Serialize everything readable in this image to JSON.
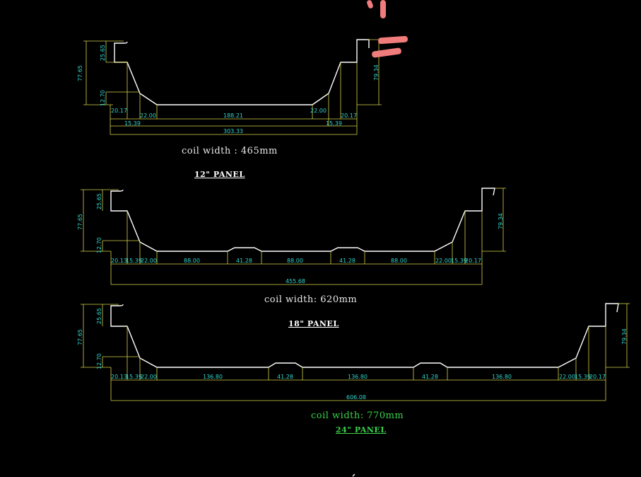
{
  "colors": {
    "profile": "#ffffff",
    "dimension_line": "#d7d24a",
    "dimension_text": "#2fd6d0",
    "highlight_text": "#39d24b",
    "annotation_marks": "#f07c7c"
  },
  "panel12": {
    "coil_width": "coil width : 465mm",
    "panel_label": "12\" PANEL",
    "dims": {
      "h_total": "77.65",
      "h_top": "25.65",
      "h_bottom": "12.70",
      "h_right": "79.34",
      "left_a": "20.17",
      "left_b": "22.00",
      "center": "188.21",
      "right_b": "22.00",
      "right_a": "20.17",
      "slope_left": "15.39",
      "slope_right": "15.39",
      "overall": "303.33"
    }
  },
  "panel18": {
    "coil_width": "coil width: 620mm",
    "panel_label": "18\" PANEL",
    "dims": {
      "h_total": "77.65",
      "h_top": "25.65",
      "h_bottom": "12.70",
      "h_right": "79.34",
      "left_a": "20.13",
      "left_s": "15.39",
      "left_b": "22.00",
      "seg1": "88.00",
      "rib1": "41.28",
      "seg2": "88.00",
      "rib2": "41.28",
      "seg3": "88.00",
      "right_b": "22.00",
      "right_s": "15.39",
      "right_a": "20.17",
      "overall": "455.68"
    }
  },
  "panel24": {
    "coil_width": "coil width: 770mm",
    "panel_label": "24\" PANEL",
    "dims": {
      "h_total": "77.65",
      "h_top": "25.65",
      "h_bottom": "12.70",
      "h_right": "79.34",
      "left_a": "20.13",
      "left_s": "15.39",
      "left_b": "22.00",
      "seg1": "136.80",
      "rib1": "41.28",
      "seg2": "136.80",
      "rib2": "41.28",
      "seg3": "136.80",
      "right_b": "22.00",
      "right_s": "15.39",
      "right_a": "20.17",
      "overall": "606.08"
    }
  }
}
